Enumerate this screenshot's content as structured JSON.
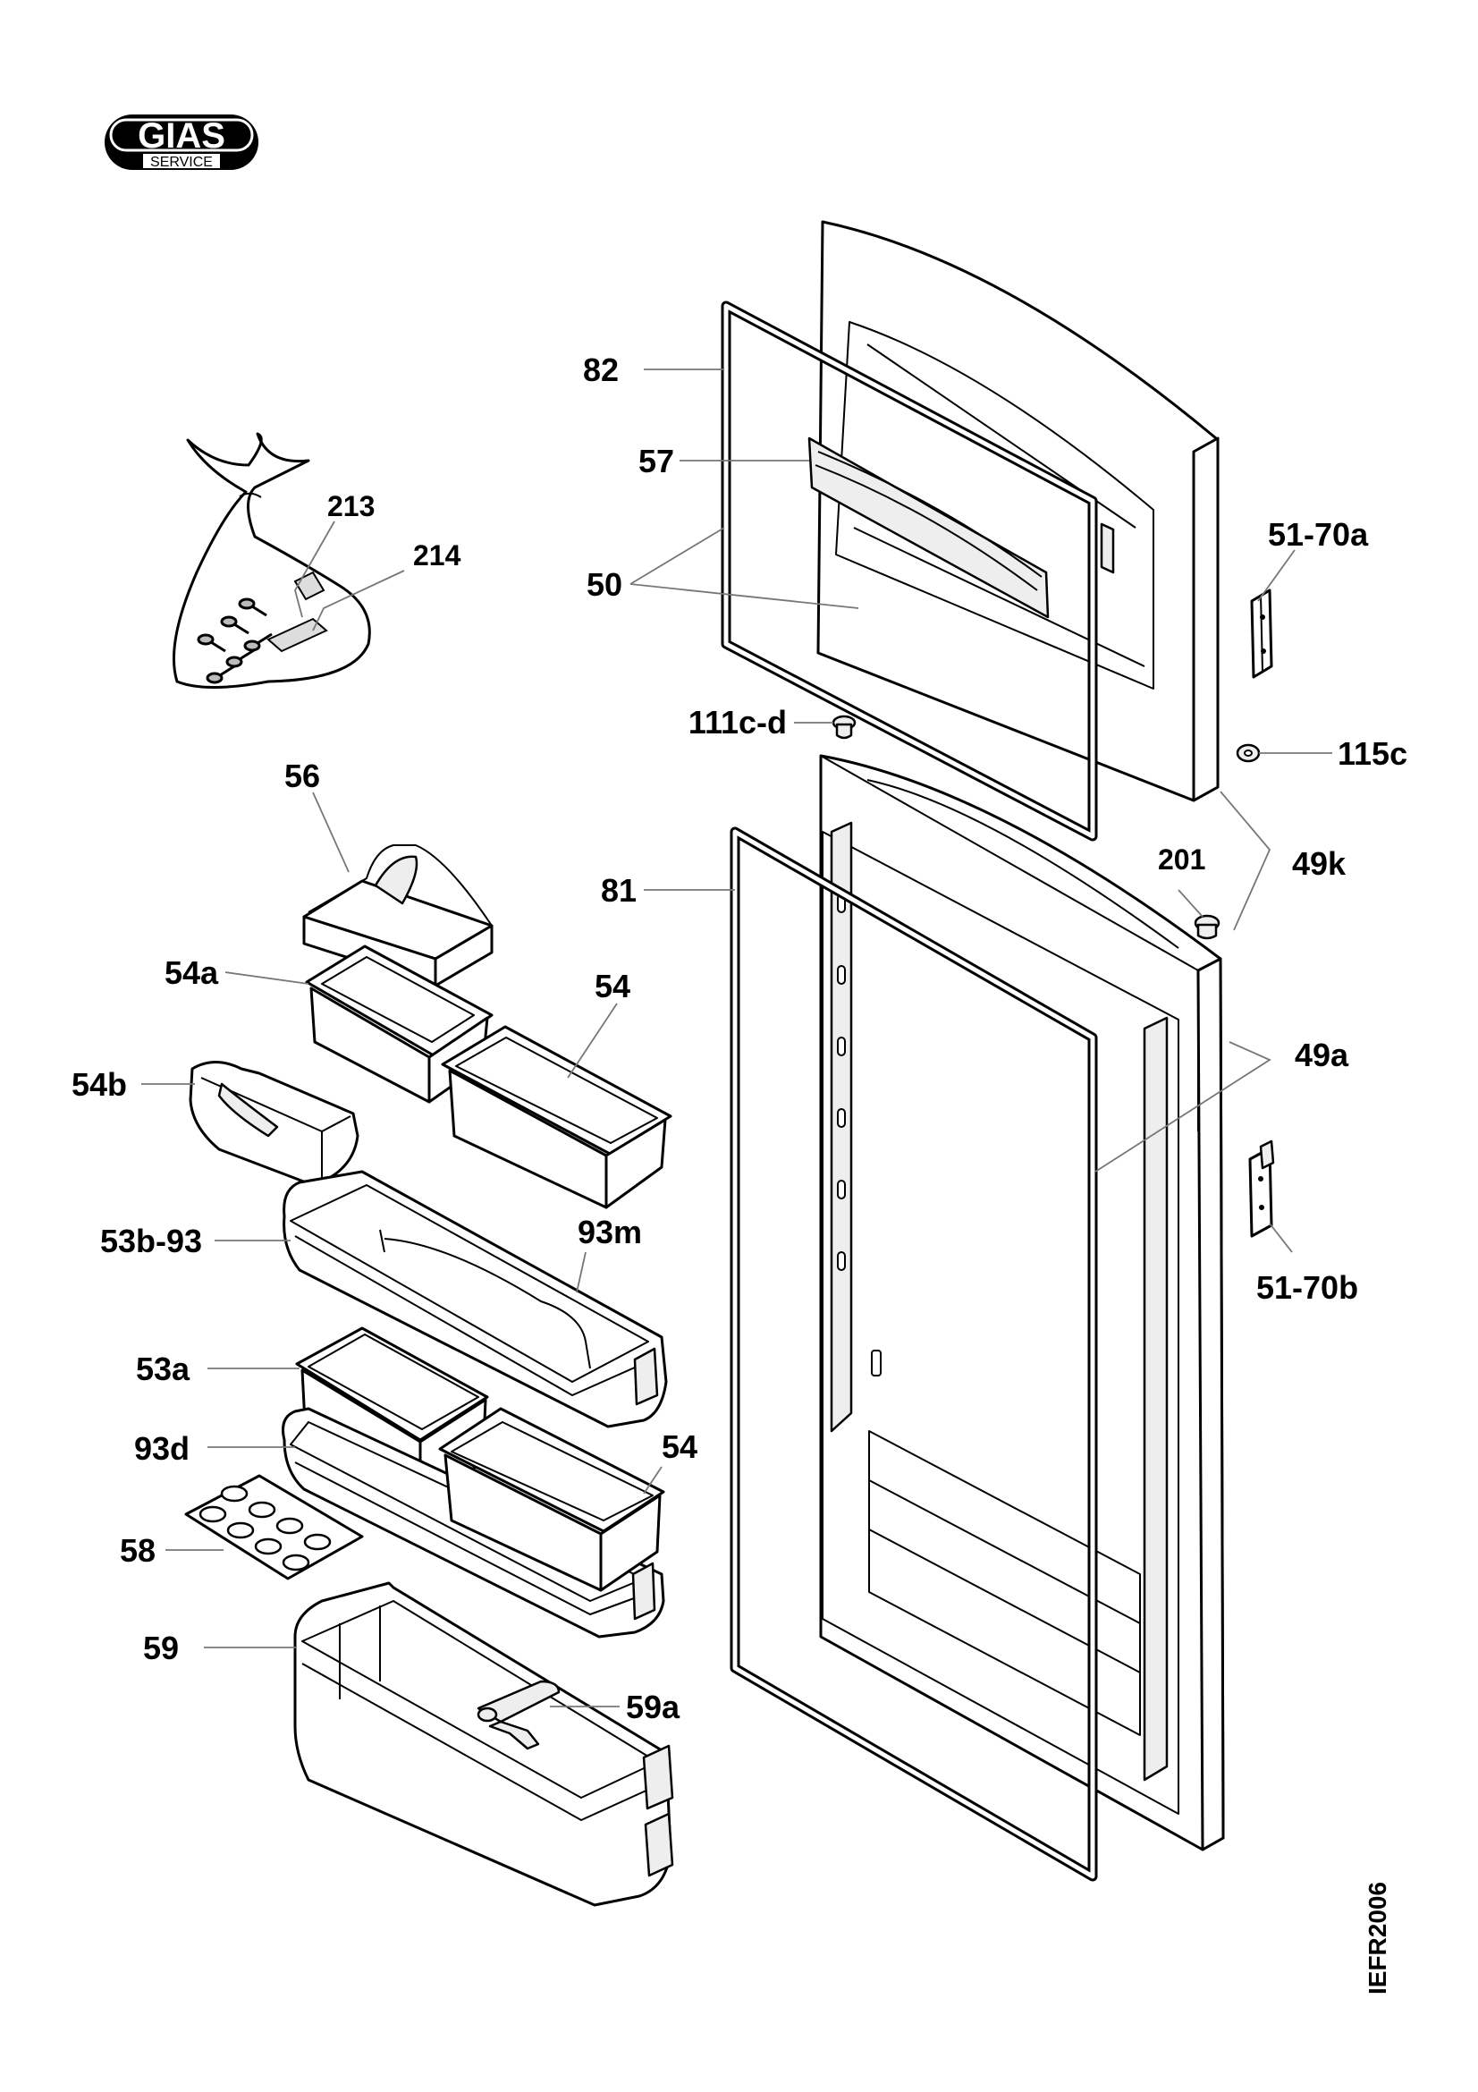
{
  "logo": {
    "brand": "GIAS",
    "tagline": "SERVICE"
  },
  "labels": {
    "p82": "82",
    "p57": "57",
    "p50": "50",
    "p5170a": "51-70a",
    "p111cd": "111c-d",
    "p115c": "115c",
    "p201": "201",
    "p49k": "49k",
    "p81": "81",
    "p49a": "49a",
    "p5170b": "51-70b",
    "p213": "213",
    "p214": "214",
    "p56": "56",
    "p54a": "54a",
    "p54_top": "54",
    "p54b": "54b",
    "p53b93": "53b-93",
    "p93m": "93m",
    "p53a": "53a",
    "p93d": "93d",
    "p54_bottom": "54",
    "p58": "58",
    "p59": "59",
    "p59a": "59a"
  },
  "drawing_code": "IEFR2006"
}
